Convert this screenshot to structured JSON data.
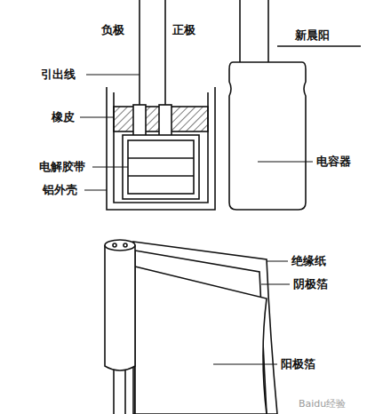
{
  "diagram": {
    "labels": [
      "负极",
      "正极",
      "新晨阳",
      "引出线",
      "橡皮",
      "电解胶带",
      "铝外壳",
      "电容器",
      "绝缘纸",
      "阴极箔",
      "阳极箔",
      "Baidu经验"
    ]
  }
}
